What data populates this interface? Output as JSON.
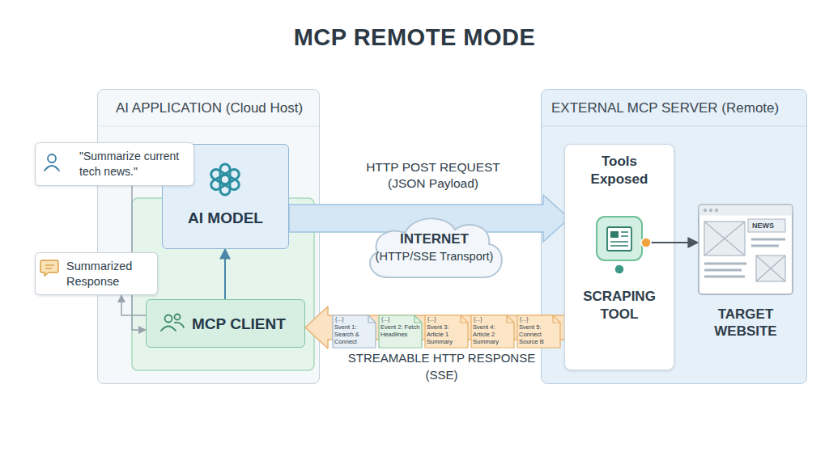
{
  "diagram": {
    "title": "MCP REMOTE MODE",
    "nodes": [
      {
        "text": [
          "AI APPLICATION (Cloud Host)"
        ]
      },
      {
        "text": [
          "\"Summarize current tech news.\""
        ]
      },
      {
        "text": [
          "AI MODEL"
        ],
        "in": 0
      },
      {
        "text": [
          "Summarized Response"
        ]
      },
      {
        "text": [
          "MCP CLIENT"
        ],
        "in": 0
      },
      {
        "text": [
          "INTERNET",
          "(HTTP/SSE Transport)"
        ]
      },
      {
        "text": [
          "{...}",
          "Svent 1: Search & Connect"
        ]
      },
      {
        "text": [
          "{...}",
          "Event 2: Fetch Headlines"
        ]
      },
      {
        "text": [
          "{...}",
          "Svent 3: Article 1 Summary"
        ]
      },
      {
        "text": [
          "{...}",
          "Svent 4: Article 2 Summary"
        ]
      },
      {
        "text": [
          "{...}",
          "Svent 5: Connect Source B"
        ]
      },
      {
        "text": [
          "EXTERNAL MCP SERVER (Remote)"
        ]
      },
      {
        "text": [
          "Tools Exposed",
          "SCRAPING TOOL"
        ],
        "in": 11
      },
      {
        "text": [
          "NEWS",
          "TARGET WEBSITE"
        ],
        "in": 11
      }
    ],
    "edges": [
      {
        "from": 2,
        "to": 12,
        "label": "HTTP POST REQUEST (JSON Payload)",
        "arrow": "to"
      },
      {
        "from": 12,
        "to": 4,
        "label": "STREAMABLE HTTP RESPONSE (SSE)",
        "arrow": "to"
      },
      {
        "from": 4,
        "to": 2,
        "arrow": "to"
      },
      {
        "from": 12,
        "to": 13,
        "arrow": "to"
      },
      {
        "from": 1,
        "to": 4,
        "arrow": "to"
      },
      {
        "from": 4,
        "to": 3,
        "arrow": "to"
      }
    ]
  }
}
